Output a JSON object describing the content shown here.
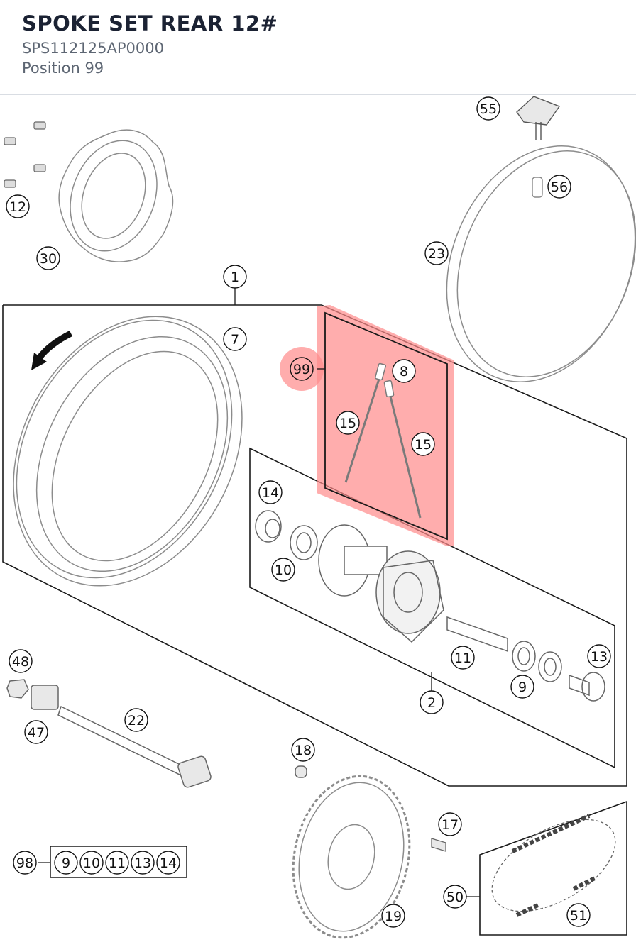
{
  "header": {
    "title": "SPOKE SET REAR 12#",
    "part_number": "SPS112125AP0000",
    "position": "Position 99"
  },
  "colors": {
    "highlight": "#ff8a8a",
    "line": "#1a1a1a",
    "part": "#8c8c8c"
  },
  "callouts": {
    "c1": "1",
    "c2": "2",
    "c7": "7",
    "c8": "8",
    "c9a": "9",
    "c10a": "10",
    "c11a": "11",
    "c12": "12",
    "c13a": "13",
    "c14a": "14",
    "c15a": "15",
    "c15b": "15",
    "c17": "17",
    "c18": "18",
    "c19": "19",
    "c22": "22",
    "c23": "23",
    "c30": "30",
    "c47": "47",
    "c48": "48",
    "c50": "50",
    "c51": "51",
    "c55": "55",
    "c56": "56",
    "c98": "98",
    "c99": "99"
  },
  "kit98": [
    "9",
    "10",
    "11",
    "13",
    "14"
  ]
}
